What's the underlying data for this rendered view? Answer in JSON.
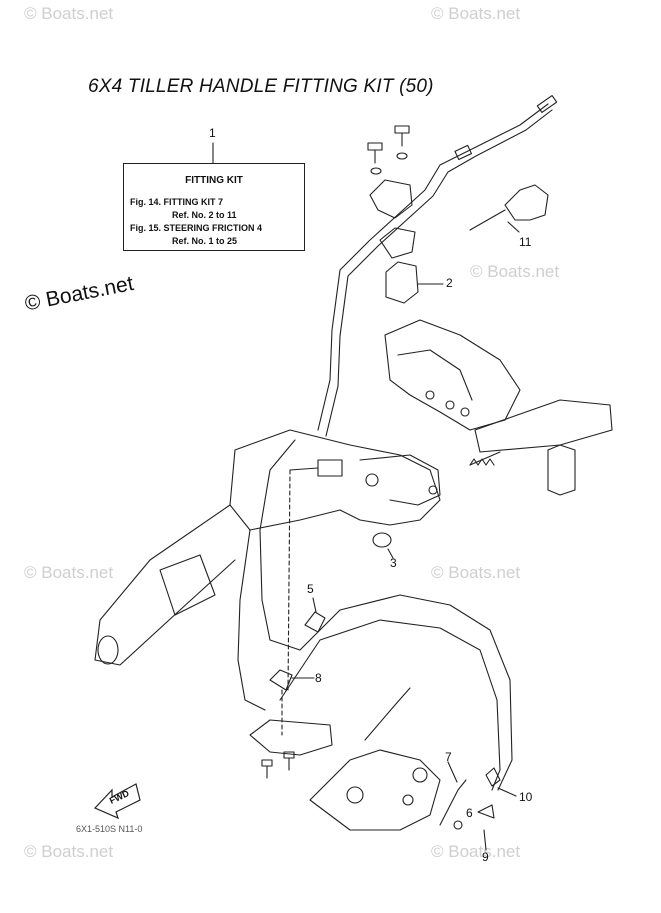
{
  "title": "6X4 TILLER HANDLE FITTING KIT (50)",
  "watermark": "© Boats.net",
  "fitting_box": {
    "heading": "FITTING KIT",
    "lines": [
      "Fig. 14. FITTING KIT 7",
      "Ref. No. 2 to 11",
      "Fig. 15. STEERING FRICTION 4",
      "Ref. No. 1 to 25"
    ]
  },
  "callouts": [
    "1",
    "2",
    "3",
    "5",
    "6",
    "7",
    "8",
    "9",
    "10",
    "11"
  ],
  "direction_arrow": "FWD",
  "drawing_code": "6X1-510S N11-0"
}
